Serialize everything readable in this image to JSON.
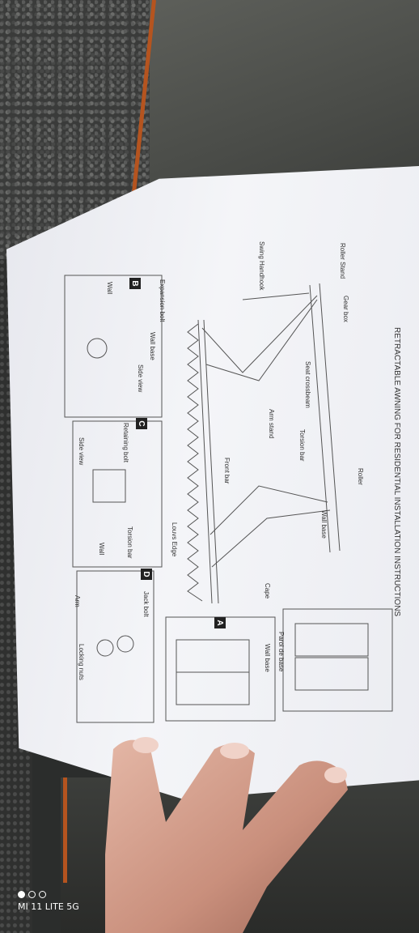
{
  "document": {
    "title": "RETRACTABLE AWNING FOR RESIDENTIAL INSTALLATION INSTRUCTIONS",
    "labels": {
      "roller_stand": "Roller Stand",
      "gear_box": "Gear box",
      "swing_handhook": "Swing Handhook",
      "seat_crossbeam": "Seat crossbeam",
      "arm_stand": "Arm stand",
      "torsion_bar": "Torsion bar",
      "roller": "Roller",
      "front_bar": "Front bar",
      "wall_base": "Wall base",
      "louvre_edge": "Louvs Edge",
      "cape": "Cape",
      "expansion_bolt": "Expansion bolt",
      "wall": "Wall",
      "side_view": "Side view",
      "retaining_bolt": "Retaining bolt",
      "jack_bolt": "Jack bolt",
      "arm": "Arm",
      "locking_nuts": "Locking nuts",
      "parol_de_base": "Parol de base"
    },
    "panels": [
      "A",
      "B",
      "C",
      "D"
    ]
  },
  "device": {
    "watermark": "MI 11 LITE 5G"
  },
  "colors": {
    "paper": "#f1f2f6",
    "board_edge": "#b5541f",
    "ink": "#333333"
  }
}
